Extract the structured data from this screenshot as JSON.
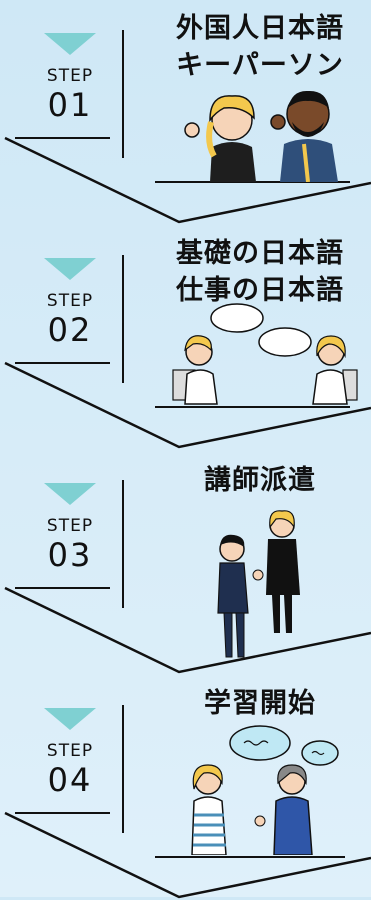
{
  "steps": [
    {
      "label": "STEP",
      "number": "01",
      "title_lines": [
        "外国人日本語",
        "キーパーソン"
      ]
    },
    {
      "label": "STEP",
      "number": "02",
      "title_lines": [
        "基礎の日本語",
        "仕事の日本語"
      ]
    },
    {
      "label": "STEP",
      "number": "03",
      "title_lines": [
        "講師派遣"
      ]
    },
    {
      "label": "STEP",
      "number": "04",
      "title_lines": [
        "学習開始"
      ]
    }
  ],
  "colors": {
    "triangle": "#7fd0d2",
    "background": "#d7ecf8",
    "line": "#111111"
  }
}
